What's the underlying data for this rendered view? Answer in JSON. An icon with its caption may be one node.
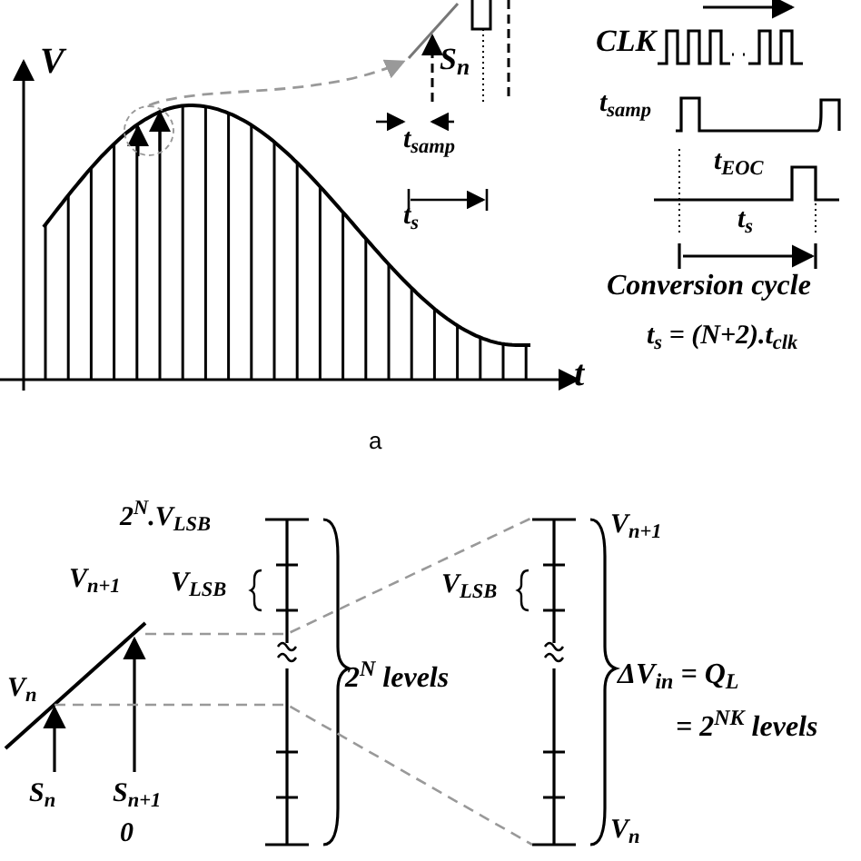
{
  "diagram": {
    "nodes": [
      {
        "text": [],
        "shape": "circle"
      },
      {
        "text": [
          "S$_{n}$"
        ]
      }
    ],
    "edges": [
      {
        "from": 0,
        "to": 1,
        "arrow": "to",
        "style": "dashed",
        "color": "#999999"
      }
    ],
    "labels": [
      "V",
      "t",
      "t$_{samp}$",
      "t$_{s}$",
      "CLK",
      "t$_{samp}$",
      "t$_{EOC}$",
      "t$_{s}$",
      "Conversion cycle",
      "t$_{s}$ = (N+2).t$_{clk}$",
      "a",
      "2$^{N}$.V$_{LSB}$",
      "V$_{LSB}$",
      "V$_{n+1}$",
      "V$_{n}$",
      "2$^{N}$ levels",
      "S$_{n}$",
      "S$_{n+1}$",
      "0",
      "V$_{LSB}$",
      "V$_{n+1}$",
      "V$_{n}$",
      "ΔV$_{in}$ = Q$_{L}$",
      "= 2$^{NK}$ levels"
    ]
  }
}
